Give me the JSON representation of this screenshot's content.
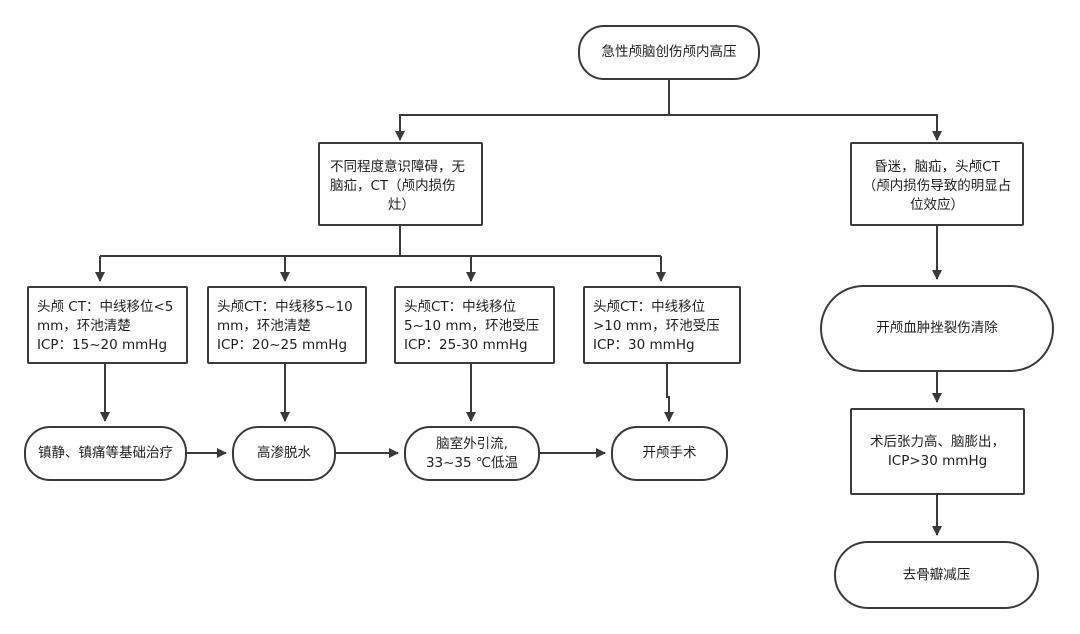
{
  "root": {
    "label": "急性颅脑创伤颅内高压"
  },
  "left_branch": {
    "condition_lines": [
      "不同程度意识障碍，无",
      "脑疝，CT（颅内损伤",
      "灶）"
    ],
    "criteria": [
      {
        "lines": [
          "头颅 CT：中线移位<5",
          "mm，环池清楚",
          "ICP：15~20 mmHg"
        ]
      },
      {
        "lines": [
          "头颅CT：中线移5~10",
          "mm，环池清楚",
          "ICP：20~25 mmHg"
        ]
      },
      {
        "lines": [
          "头颅CT：中线移位",
          "5~10 mm，环池受压",
          "ICP：25-30 mmHg"
        ]
      },
      {
        "lines": [
          "头颅CT：中线移位",
          ">10 mm，环池受压",
          "ICP：30 mmHg"
        ]
      }
    ],
    "treatments": [
      {
        "lines": [
          "镇静、镇痛等基础治疗"
        ]
      },
      {
        "lines": [
          "高渗脱水"
        ]
      },
      {
        "lines": [
          "脑室外引流,",
          "33~35 ℃低温"
        ]
      },
      {
        "lines": [
          "开颅手术"
        ]
      }
    ]
  },
  "right_branch": {
    "condition_lines": [
      "昏迷，脑疝，头颅CT",
      "（颅内损伤导致的明显占",
      "位效应）"
    ],
    "step1": {
      "lines": [
        "开颅血肿挫裂伤清除"
      ]
    },
    "step2": {
      "lines": [
        "术后张力高、脑膨出，",
        "ICP>30 mmHg"
      ]
    },
    "step3": {
      "lines": [
        "去骨瓣减压"
      ]
    }
  }
}
